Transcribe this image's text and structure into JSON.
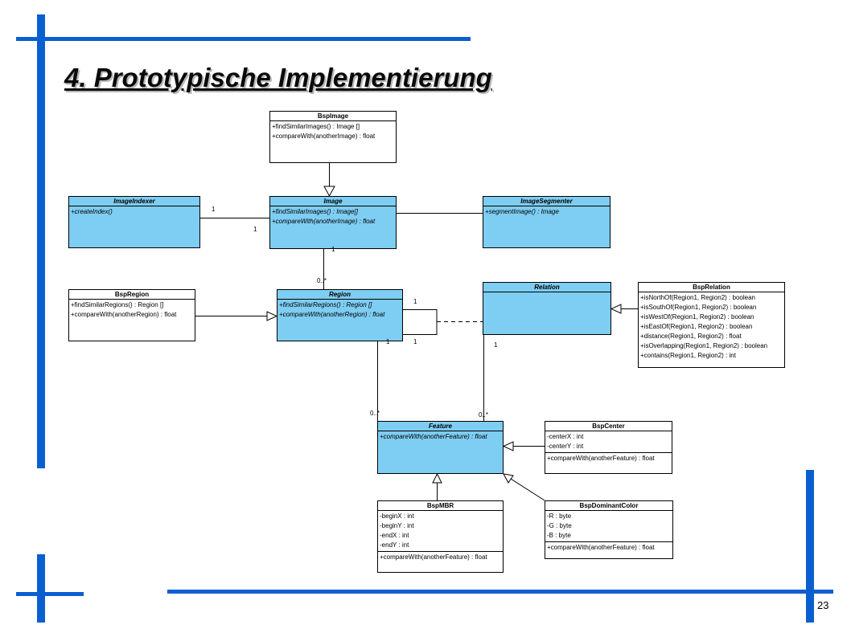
{
  "slide": {
    "title": "4. Prototypische Implementierung",
    "page_number": "23",
    "accent_color": "#0a5fd0"
  },
  "diagram": {
    "classes": {
      "bspimage": {
        "name": "BspImage",
        "abstract": false,
        "methods": [
          "+findSimilarImages() : Image []",
          "+compareWith(anotherImage) : float"
        ]
      },
      "image": {
        "name": "Image",
        "abstract": true,
        "methods": [
          "+findSimilarImages() : Image[]",
          "+compareWith(anotherImage) : float"
        ]
      },
      "imageindexer": {
        "name": "ImageIndexer",
        "abstract": true,
        "methods": [
          "+createIndex()"
        ]
      },
      "imagesegmenter": {
        "name": "ImageSegmenter",
        "abstract": true,
        "methods": [
          "+segmentImage() : Image"
        ]
      },
      "bspregion": {
        "name": "BspRegion",
        "abstract": false,
        "methods": [
          "+findSimilarRegions() : Region []",
          "+compareWith(anotherRegion) : float"
        ]
      },
      "region": {
        "name": "Region",
        "abstract": true,
        "methods": [
          "+findSimilarRegions() : Region []",
          "+compareWith(anotherRegion) : float"
        ]
      },
      "relation": {
        "name": "Relation",
        "abstract": true,
        "methods": []
      },
      "bsprelation": {
        "name": "BspRelation",
        "abstract": false,
        "methods": [
          "+isNorthOf(Region1, Region2) : boolean",
          "+isSouthOf(Region1, Region2) : boolean",
          "+isWestOf(Region1, Region2) : boolean",
          "+isEastOf(Region1, Region2) : boolean",
          "+distance(Region1, Region2) : float",
          "+isOverlapping(Region1, Region2) : boolean",
          "+contains(Region1, Region2) : int"
        ]
      },
      "feature": {
        "name": "Feature",
        "abstract": true,
        "methods": [
          "+compareWith(anotherFeature) : float"
        ]
      },
      "bspcenter": {
        "name": "BspCenter",
        "abstract": false,
        "attributes": [
          "-centerX : int",
          "-centerY : int"
        ],
        "methods": [
          "+compareWith(anotherFeature) : float"
        ]
      },
      "bspmbr": {
        "name": "BspMBR",
        "abstract": false,
        "attributes": [
          "-beginX : int",
          "-beginY : int",
          "-endX : int",
          "-endY : int"
        ],
        "methods": [
          "+compareWith(anotherFeature) : float"
        ]
      },
      "bspdominantcolor": {
        "name": "BspDominantColor",
        "abstract": false,
        "attributes": [
          "-R : byte",
          "-G : byte",
          "-B : byte"
        ],
        "methods": [
          "+compareWith(anotherFeature) : float"
        ]
      }
    },
    "multiplicities": {
      "indexer_image_a": "1",
      "indexer_image_b": "1",
      "image_region_top": "1",
      "image_region_bottom": "0..*",
      "region_self_top": "1",
      "region_self_bottom": "1",
      "region_feature_top": "1",
      "region_feature_bottom": "0..*",
      "relation_feature_top": "1",
      "relation_feature_bottom": "0..*"
    }
  }
}
